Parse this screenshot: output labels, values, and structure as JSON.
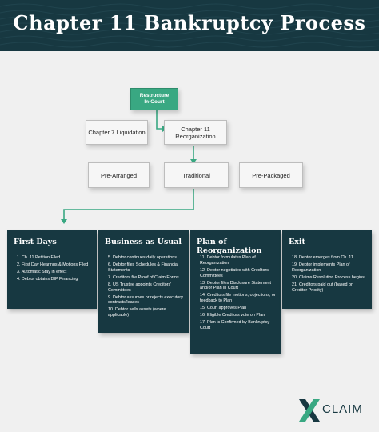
{
  "header": {
    "title": "Chapter 11 Bankruptcy Process"
  },
  "flow": {
    "restructure": "Restructure\nIn-Court",
    "chapter7": "Chapter 7 Liquidation",
    "chapter11": "Chapter 11 Reorganization",
    "prearranged": "Pre-Arranged",
    "traditional": "Traditional",
    "prepackaged": "Pre-Packaged"
  },
  "phases": [
    {
      "title": "First Days",
      "items": [
        "1. Ch. 11 Petition Filed",
        "2. First Day Hearings & Motions Filed",
        "3. Automatic Stay in effect",
        "4. Debtor obtains DIP Financing"
      ]
    },
    {
      "title": "Business as Usual",
      "items": [
        "5. Debtor continues daily operations",
        "6. Debtor files Schedules & Financial Statements",
        "7. Creditors file Proof of Claim Forms",
        "8. US Trustee appoints Creditors' Committees",
        "9. Debtor assumes or rejects executory contracts/leases",
        "10. Debtor sells assets (where applicable)"
      ]
    },
    {
      "title": "Plan of Reorganization",
      "items": [
        "11. Debtor formulates Plan of Reorganization",
        "12. Debtor negotiates with Creditors Committees",
        "13. Debtor files Disclosure Statement and/or Plan in Court",
        "14. Creditors file motions, objections, or feedback to Plan",
        "15. Court approves Plan",
        "16. Eligible Creditors vote on Plan",
        "17. Plan is Confirmed by Bankruptcy Court"
      ]
    },
    {
      "title": "Exit",
      "items": [
        "18. Debtor emerges from Ch. 11",
        "19. Debtor implements Plan of Reorganization",
        "20. Claims Resolution Process begins",
        "21. Creditors paid out (based on Creditor Priority)"
      ]
    }
  ],
  "logo": {
    "text": "CLAIM"
  },
  "colors": {
    "navy": "#173841",
    "green": "#39a882"
  }
}
